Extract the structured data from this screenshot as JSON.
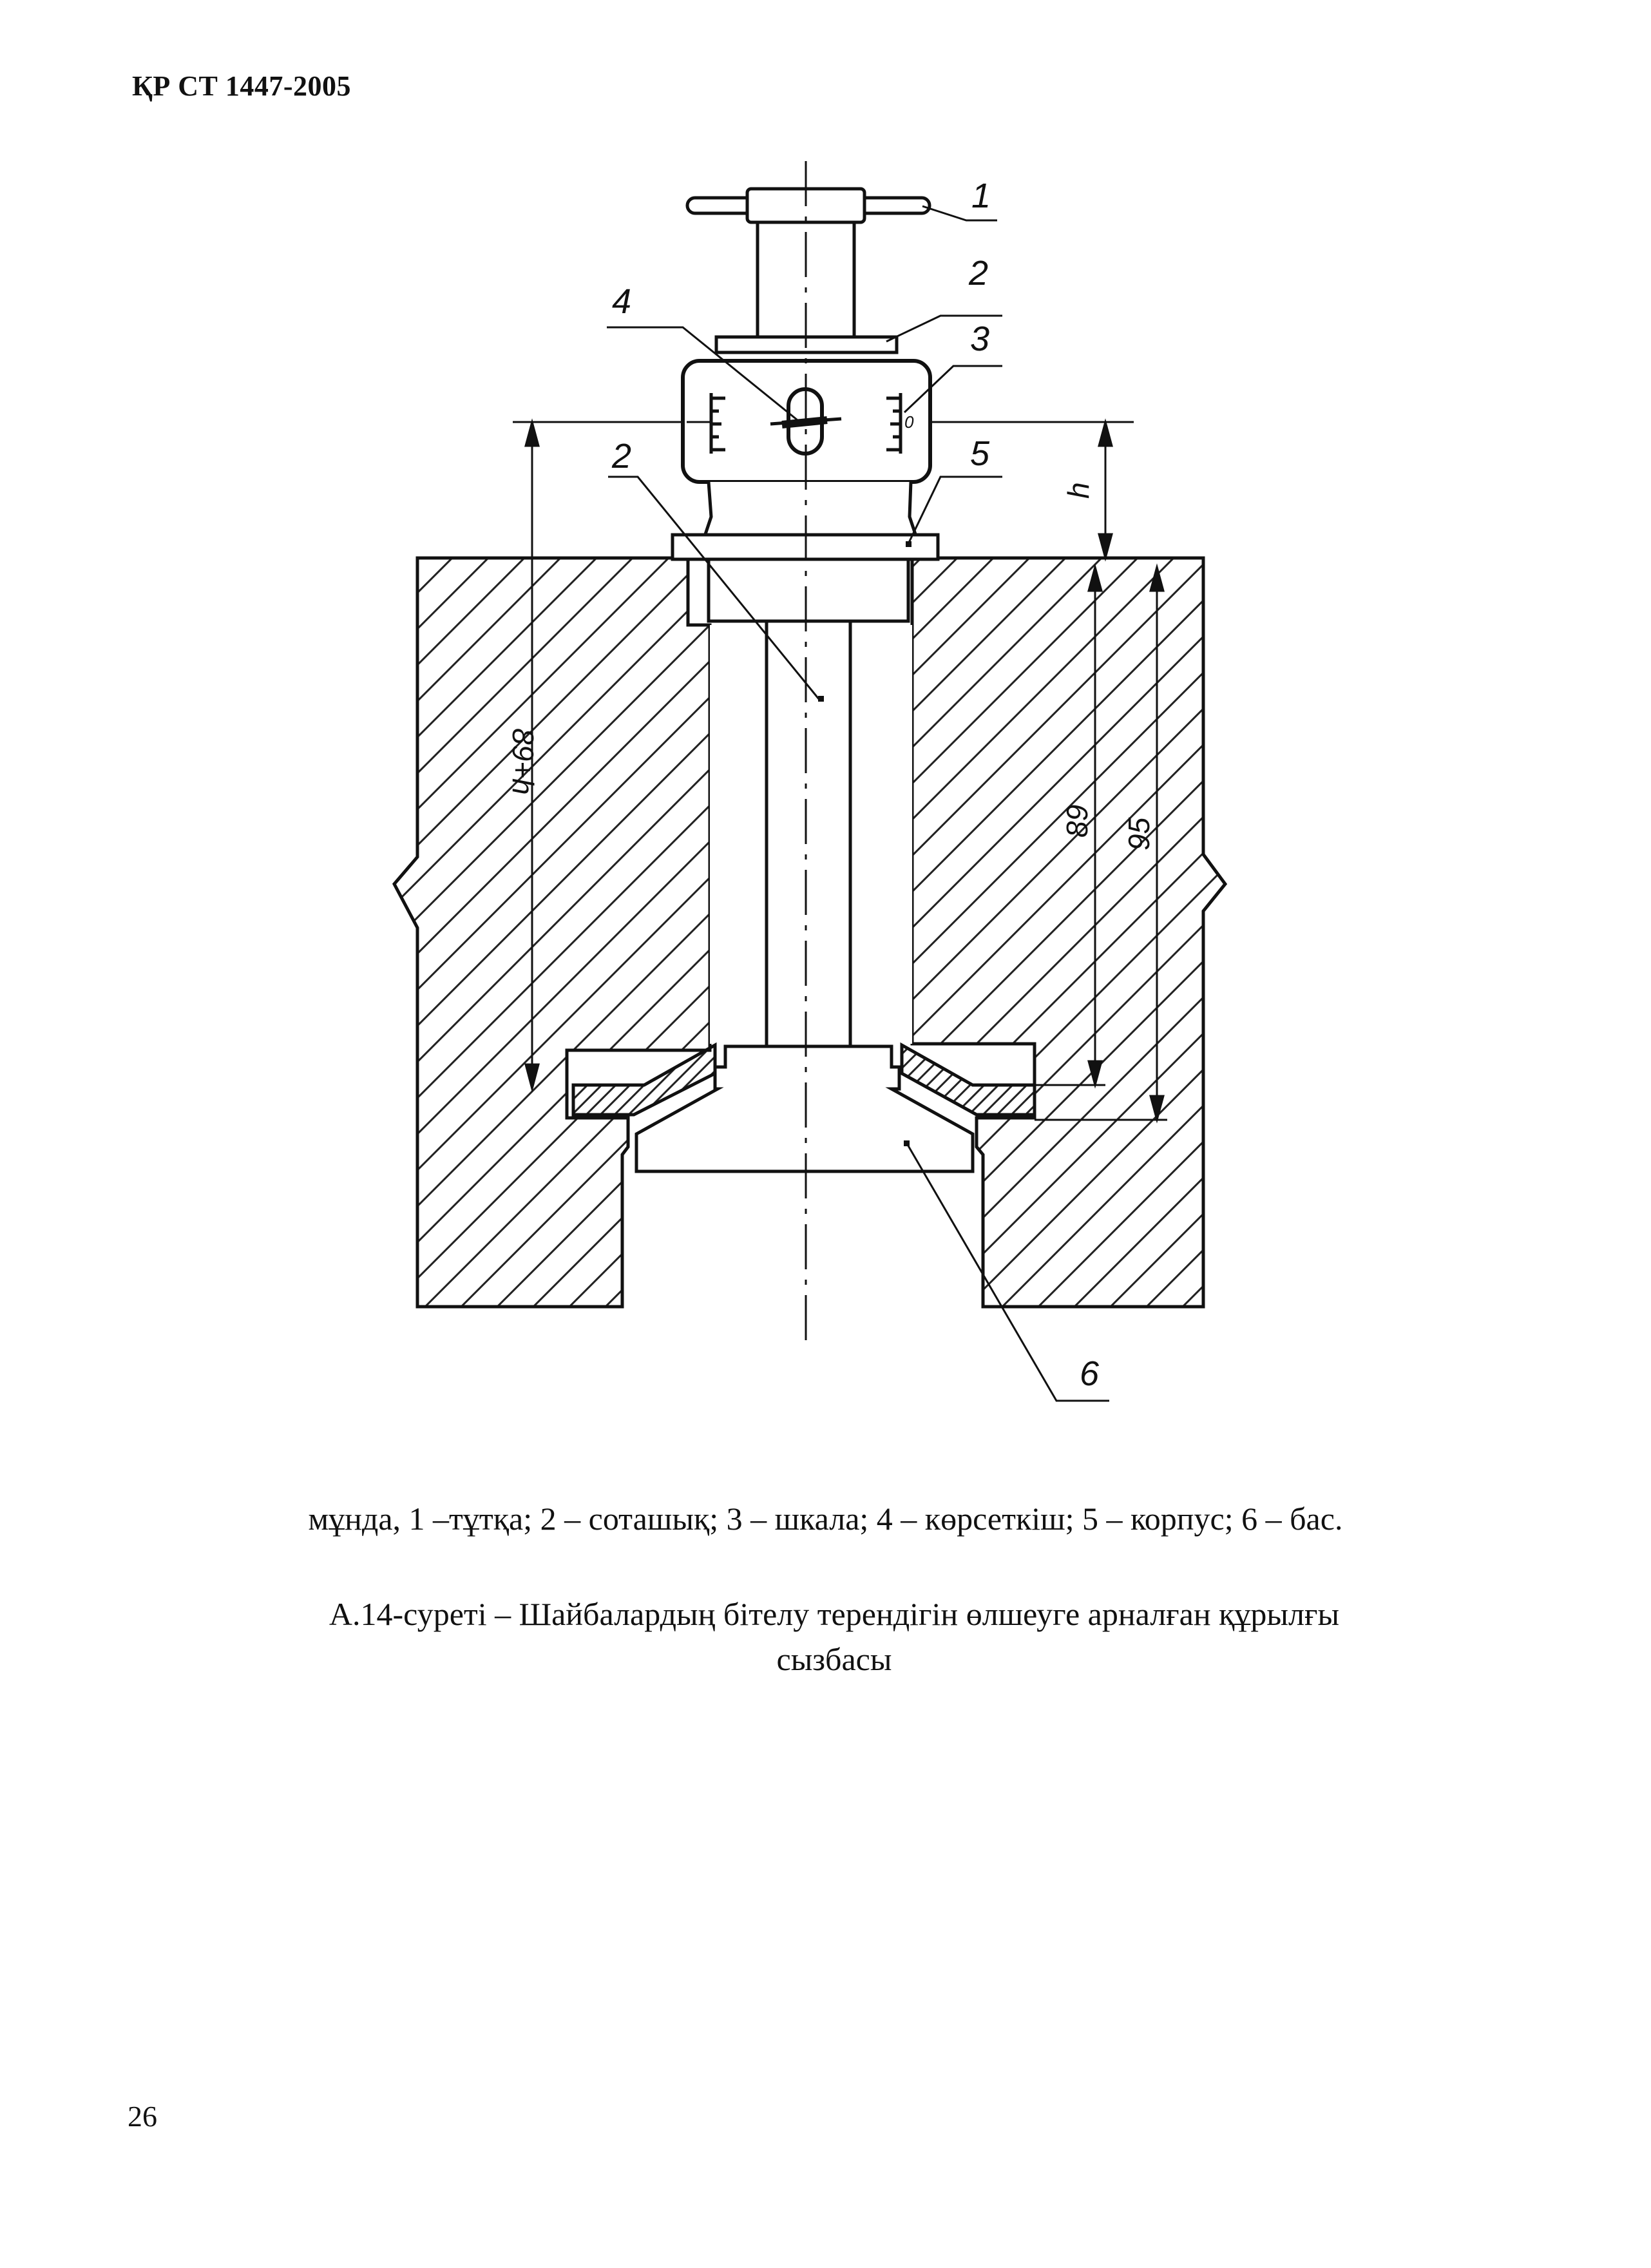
{
  "document": {
    "header": "ҚР СТ 1447-2005",
    "page_number": "26"
  },
  "figure": {
    "callouts": {
      "c1": "1",
      "c2_top": "2",
      "c3": "3",
      "c4": "4",
      "c2_side": "2",
      "c5": "5",
      "c6": "6"
    },
    "scale_zero": "0",
    "dimensions": {
      "h": "h",
      "h_plus_89": "89+h",
      "d89": "89",
      "d95": "95"
    }
  },
  "legend": "мұнда, 1 –тұтқа; 2 – соташық; 3 – шкала; 4 – көрсеткіш; 5 – корпус; 6 – бас.",
  "caption": {
    "line1": "А.14-суреті – Шайбалардың бітелу терендігін өлшеуге арналған құрылғы",
    "line2": "сызбасы"
  }
}
